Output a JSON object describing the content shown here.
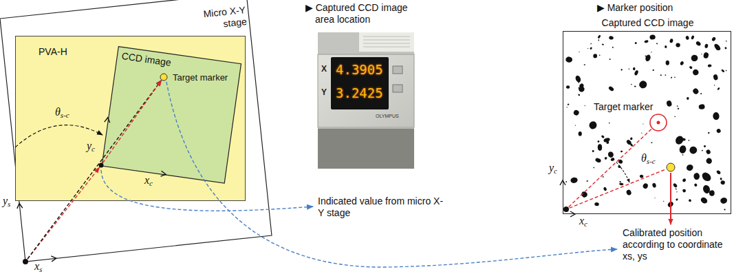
{
  "diagram": {
    "nodes": [
      {
        "text": [
          "Micro X-Y stage"
        ]
      },
      {
        "text": [
          "PVA-H"
        ],
        "in": 0
      },
      {
        "text": [
          "CCD image",
          "Target marker"
        ],
        "in": 1
      },
      {
        "text": [
          "▶ Captured CCD image area location"
        ]
      },
      {
        "text": [
          "Captured CCD image",
          "Target marker"
        ]
      }
    ],
    "labels": [
      "θs-c",
      "ys",
      "xs",
      "yc",
      "xc",
      "Indicated value from micro X-Y stage",
      "X",
      "Y",
      "4.3905",
      "3.2425",
      "OLYMPUS",
      "▶ Marker position",
      "θs-c",
      "yc",
      "xc",
      "Calibrated position according to coordinate xs, ys"
    ]
  }
}
